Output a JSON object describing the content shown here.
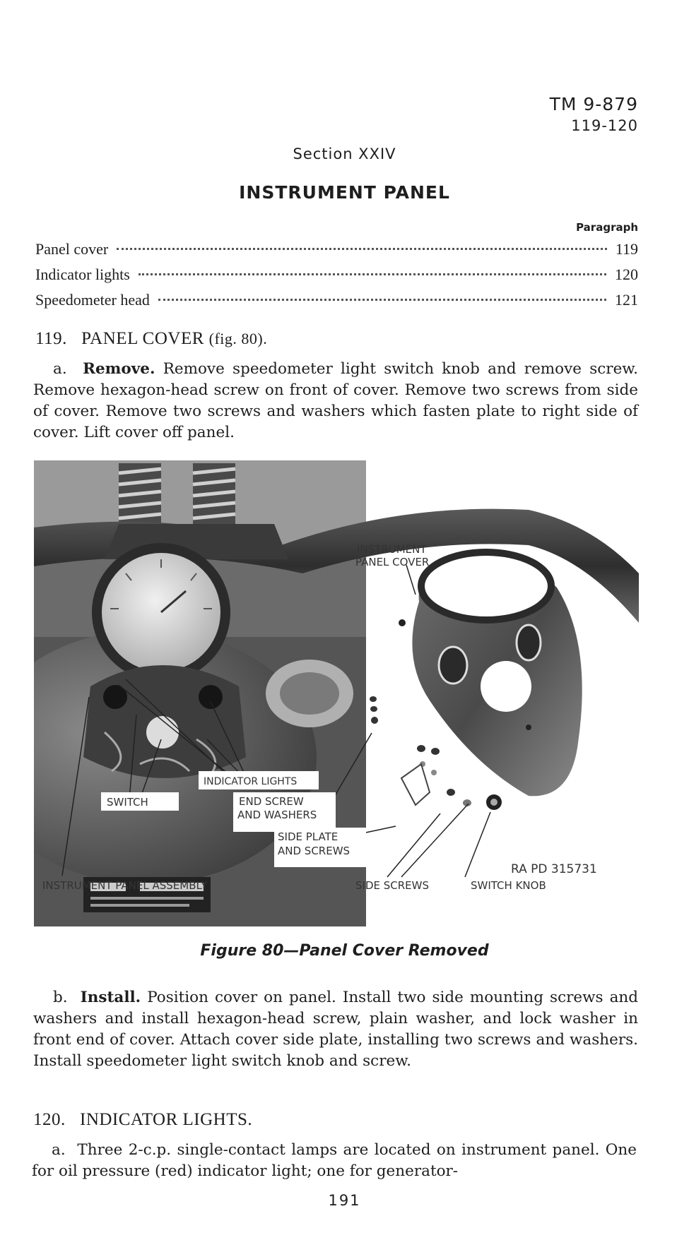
{
  "header": {
    "manual": "TM 9-879",
    "paragraphs": "119-120"
  },
  "section": "Section XXIV",
  "title": "INSTRUMENT PANEL",
  "toc": {
    "column_label": "Paragraph",
    "rows": [
      {
        "label": "Panel cover",
        "num": "119"
      },
      {
        "label": "Indicator lights",
        "num": "120"
      },
      {
        "label": "Speedometer head",
        "num": "121"
      }
    ]
  },
  "p119": {
    "heading_num": "119.",
    "heading_text": "PANEL COVER",
    "heading_ref": "(fig. 80).",
    "a_label": "a.",
    "a_title": "Remove.",
    "a_text": "Remove speedometer light switch knob and remove screw. Remove hexagon-head screw on front of cover. Remove two screws from side of cover. Remove two screws and washers which fasten plate to right side of cover. Lift cover off panel.",
    "b_label": "b.",
    "b_title": "Install.",
    "b_text": "Position cover on panel. Install two side mounting screws and washers and install hexagon-head screw, plain washer, and lock washer in front end of cover. Attach cover side plate, installing two screws and washers. Install speedometer light switch knob and screw."
  },
  "figure": {
    "labels": {
      "instrument_panel_cover_1": "INSTRUMENT",
      "instrument_panel_cover_2": "PANEL COVER",
      "indicator_lights": "INDICATOR LIGHTS",
      "switch": "SWITCH",
      "end_screw_1": "END SCREW",
      "end_screw_2": "AND WASHERS",
      "side_plate_1": "SIDE PLATE",
      "side_plate_2": "AND SCREWS",
      "ra_pd": "RA PD 315731",
      "instrument_panel_assembly": "INSTRUMENT PANEL ASSEMBLY",
      "side_screws": "SIDE SCREWS",
      "switch_knob": "SWITCH KNOB"
    },
    "caption": "Figure 80—Panel Cover Removed"
  },
  "p120": {
    "heading_num": "120.",
    "heading_text": "INDICATOR LIGHTS.",
    "a_label": "a.",
    "a_text": "Three 2-c.p. single-contact lamps are located on instrument panel. One for oil pressure (red) indicator light; one for generator-"
  },
  "page_number": "191"
}
